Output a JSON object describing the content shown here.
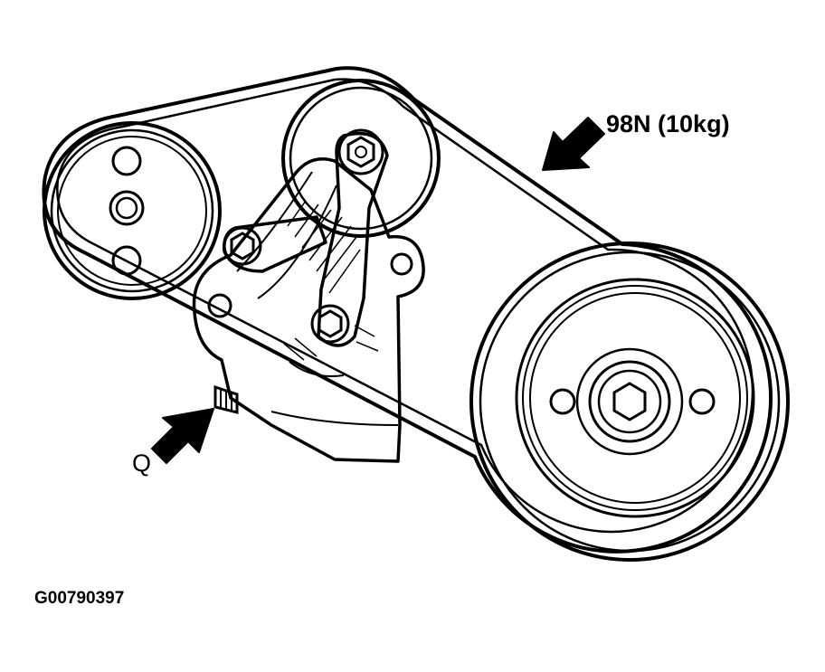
{
  "figure": {
    "ink_color": "#000000",
    "background_color": "#ffffff"
  },
  "labels": {
    "belt_force": "98N (10kg)",
    "adjuster": "Q",
    "figure_code": "G00790397"
  },
  "icons": {
    "force_arrow": "arrow-down-left-icon",
    "adjuster_arrow": "arrow-up-right-icon"
  }
}
